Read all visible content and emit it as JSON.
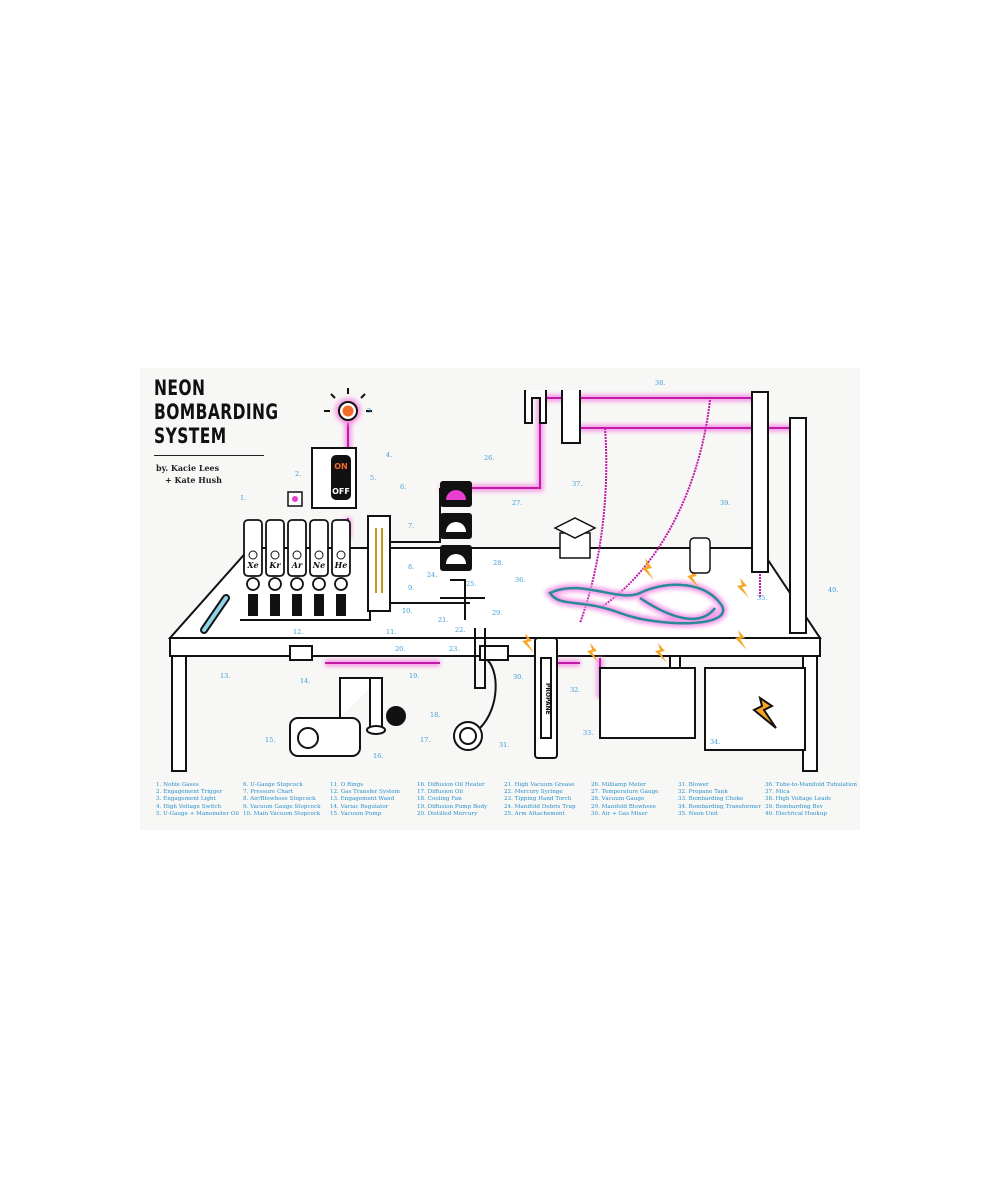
{
  "title": {
    "line1": "NEON",
    "line2": "BOMBARDING",
    "line3": "SYSTEM"
  },
  "byline": {
    "line1": "by. Kacie Lees",
    "line2": "+ Kate Hush"
  },
  "switch": {
    "on": "ON",
    "off": "OFF"
  },
  "gases": [
    "Xe",
    "Kr",
    "Ar",
    "Ne",
    "He"
  ],
  "tank_label": "PROPANE",
  "colors": {
    "neon_pink": "#e83fd0",
    "tube_teal": "#2a8a9a",
    "callout_blue": "#3a9bd5",
    "spark_orange": "#f5a623",
    "light_orange": "#f26b2a",
    "line": "#111111"
  },
  "callouts": [
    "1.",
    "2.",
    "3.",
    "4.",
    "5.",
    "6.",
    "7.",
    "8.",
    "9.",
    "10.",
    "11.",
    "12.",
    "13.",
    "14.",
    "15.",
    "16.",
    "17.",
    "18.",
    "19.",
    "20.",
    "21.",
    "22.",
    "23.",
    "24.",
    "25.",
    "26.",
    "27.",
    "28.",
    "29.",
    "30.",
    "31.",
    "32.",
    "33.",
    "34.",
    "35.",
    "36.",
    "37.",
    "38.",
    "39.",
    "40."
  ],
  "legend": [
    [
      "1. Noble Gases",
      "2. Engagement Trigger",
      "3. Engagement Light",
      "4. High Voltage Switch",
      "5. U-Gauge + Manometer Oil"
    ],
    [
      "6. U-Gauge Stopcock",
      "7. Pressure Chart",
      "8. Air/Blowhose Stopcock",
      "9. Vacuum Gauge Stopcock",
      "10. Main Vacuum Stopcock"
    ],
    [
      "11. O Rings",
      "12. Gas Transfer System",
      "13. Engagement Wand",
      "14. Variac Regulator",
      "15. Vacuum Pump"
    ],
    [
      "16. Diffusion Oil Heater",
      "17. Diffusion Oil",
      "18. Cooling Fan",
      "19. Diffusion Pump Body",
      "20. Distilled Mercury"
    ],
    [
      "21. High Vacuum Grease",
      "22. Mercury Syringe",
      "23. Tipping Hand Torch",
      "24. Manifold Debris Trap",
      "25. Arm Attachement"
    ],
    [
      "26. Milliamp Meter",
      "27. Temperature Gauge",
      "28. Vacuum Gauge",
      "29. Manifold Blowhose",
      "30. Air + Gas Mixer"
    ],
    [
      "31. Blower",
      "32. Propane Tank",
      "33. Bombarding Choke",
      "34. Bombarding Transformer",
      "35. Neon Unit"
    ],
    [
      "36. Tube-to-Manifold Tubulation",
      "37. Mica",
      "38. High Voltage Leads",
      "39. Bombarding Bev",
      "40. Electrical Hookup"
    ]
  ]
}
